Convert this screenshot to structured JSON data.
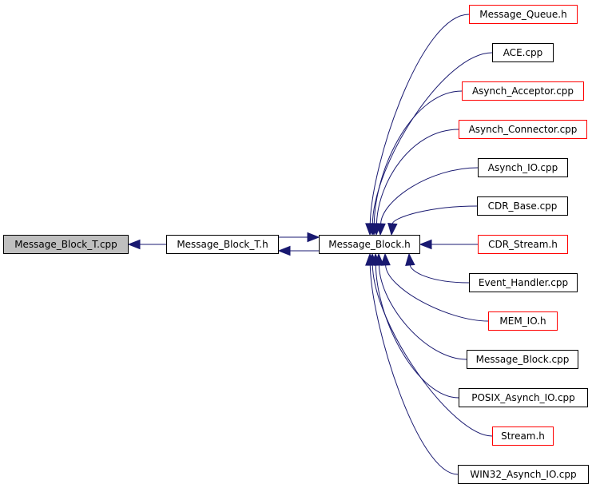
{
  "graph": {
    "root": "Message_Block_T.cpp",
    "middle": "Message_Block_T.h",
    "hub": "Message_Block.h",
    "includers": [
      {
        "label": "Message_Queue.h",
        "border": "#ff0000"
      },
      {
        "label": "ACE.cpp",
        "border": "#000000"
      },
      {
        "label": "Asynch_Acceptor.cpp",
        "border": "#ff0000"
      },
      {
        "label": "Asynch_Connector.cpp",
        "border": "#ff0000"
      },
      {
        "label": "Asynch_IO.cpp",
        "border": "#000000"
      },
      {
        "label": "CDR_Base.cpp",
        "border": "#000000"
      },
      {
        "label": "CDR_Stream.h",
        "border": "#ff0000"
      },
      {
        "label": "Event_Handler.cpp",
        "border": "#000000"
      },
      {
        "label": "MEM_IO.h",
        "border": "#ff0000"
      },
      {
        "label": "Message_Block.cpp",
        "border": "#000000"
      },
      {
        "label": "POSIX_Asynch_IO.cpp",
        "border": "#000000"
      },
      {
        "label": "Stream.h",
        "border": "#ff0000"
      },
      {
        "label": "WIN32_Asynch_IO.cpp",
        "border": "#000000"
      }
    ],
    "colors": {
      "edge": "#191970",
      "root_fill": "#bfbfbf",
      "node_border": "#000000",
      "truncated_border": "#ff0000"
    }
  }
}
